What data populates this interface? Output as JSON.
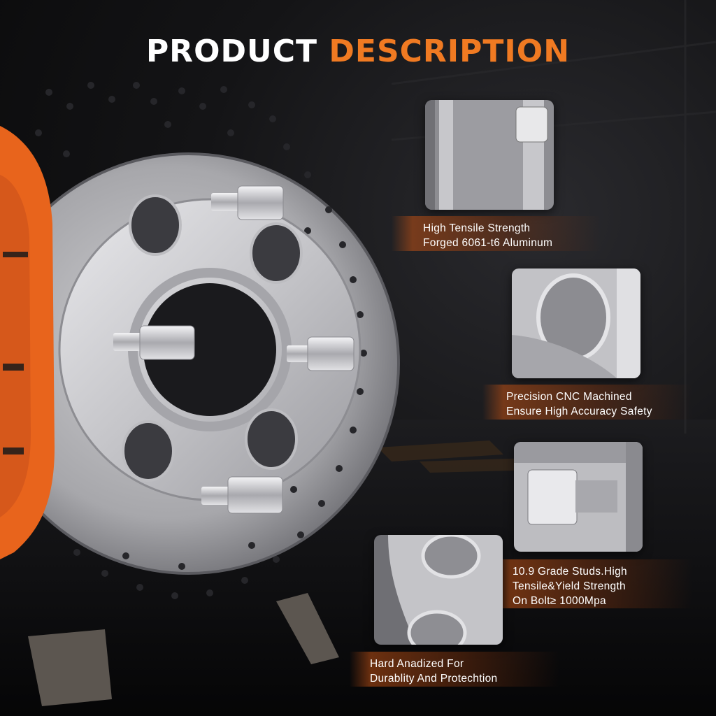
{
  "title": {
    "word1": "PRODUCT",
    "word2": "DESCRIPTION"
  },
  "colors": {
    "accent": "#f07a22",
    "caliper": "#e8641c",
    "metal": "#c9c9cc"
  },
  "features": [
    {
      "line1": "High Tensile Strength",
      "line2": "Forged 6061-t6 Aluminum"
    },
    {
      "line1": "Precision CNC Machined",
      "line2": "Ensure High Accuracy Safety"
    },
    {
      "line1": "10.9 Grade Studs.High",
      "line2": "Tensile&Yield Strength",
      "line3": "On Bolt≥ 1000Mpa"
    },
    {
      "line1": "Hard Anadized For",
      "line2": "Durablity And Protechtion"
    }
  ]
}
